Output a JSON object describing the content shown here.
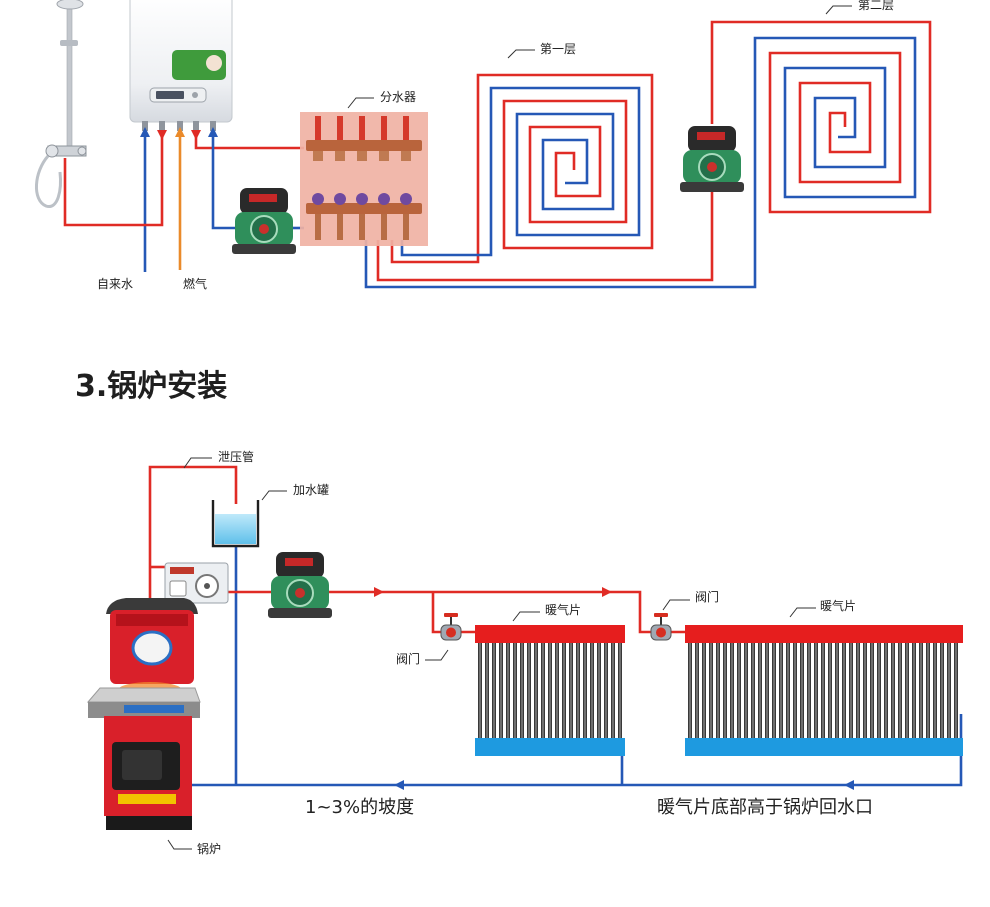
{
  "section_title": "3.锅炉安装",
  "floor_heating": {
    "labels": {
      "tap_water": "自来水",
      "gas": "燃气",
      "manifold": "分水器",
      "layer_1": "第一层",
      "layer_2": "第二层"
    }
  },
  "boiler_install": {
    "labels": {
      "relief_pipe": "泄压管",
      "fill_tank": "加水罐",
      "valve_1": "阀门",
      "valve_2": "阀门",
      "radiator_1": "暖气片",
      "radiator_2": "暖气片",
      "slope_note": "1~3%的坡度",
      "height_note": "暖气片底部高于锅炉回水口",
      "boiler": "锅炉"
    }
  },
  "colors": {
    "supply": "#e02b25",
    "return": "#2558b6",
    "gas": "#ea8a2a",
    "radiator_top": "#e61e1e",
    "radiator_bottom": "#1e9ae0"
  }
}
